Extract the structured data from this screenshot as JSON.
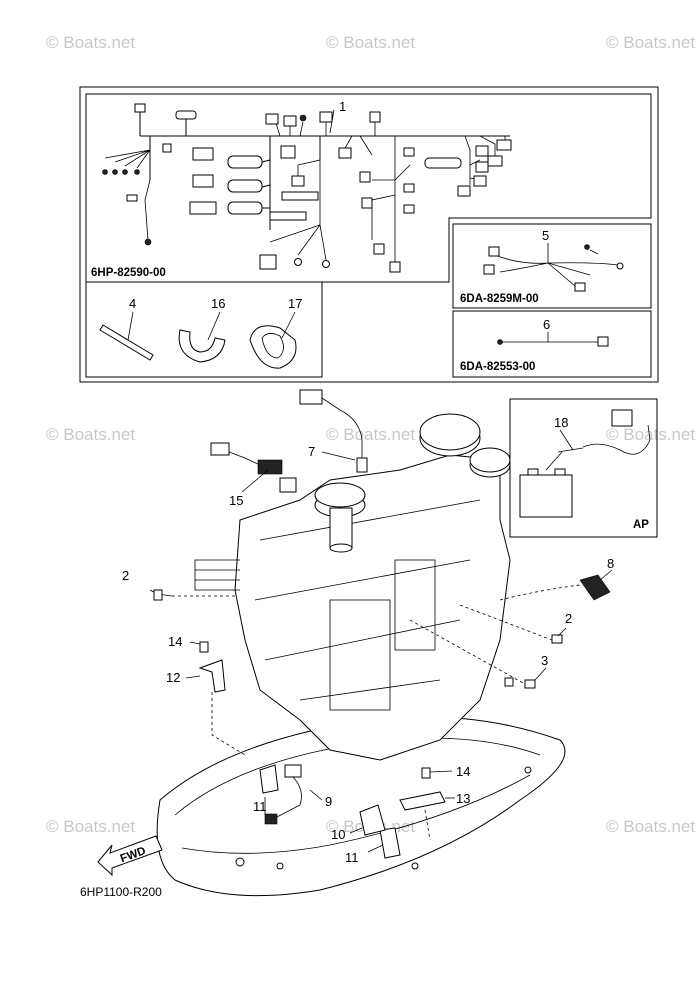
{
  "watermark": "© Boats.net",
  "kit_codes": {
    "wire_harness": "6HP-82590-00",
    "sub_lead_5": "6DA-8259M-00",
    "lead_6": "6DA-82553-00"
  },
  "inset_tag": "AP",
  "fwd_label": "FWD",
  "figure_code": "6HP1100-R200",
  "callouts": {
    "c1": "1",
    "c2a": "2",
    "c2b": "2",
    "c3": "3",
    "c4": "4",
    "c5": "5",
    "c6": "6",
    "c7": "7",
    "c8": "8",
    "c9": "9",
    "c10": "10",
    "c11a": "11",
    "c11b": "11",
    "c12": "12",
    "c13": "13",
    "c14a": "14",
    "c14b": "14",
    "c15": "15",
    "c16": "16",
    "c17": "17",
    "c18": "18"
  }
}
